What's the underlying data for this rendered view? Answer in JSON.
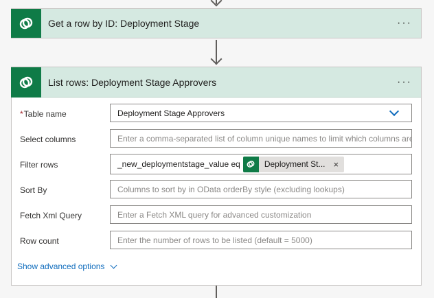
{
  "step1": {
    "title": "Get a row by ID: Deployment Stage",
    "more_icon": "more-horizontal-icon",
    "logo_icon": "dataverse-icon"
  },
  "step2": {
    "title": "List rows: Deployment Stage Approvers",
    "more_icon": "more-horizontal-icon",
    "logo_icon": "dataverse-icon",
    "fields": {
      "table_name": {
        "label": "Table name",
        "required_mark": "*",
        "value": "Deployment Stage Approvers"
      },
      "select_columns": {
        "label": "Select columns",
        "placeholder": "Enter a comma-separated list of column unique names to limit which columns are listed"
      },
      "filter_rows": {
        "label": "Filter rows",
        "value": "_new_deploymentstage_value eq",
        "token": {
          "label": "Deployment St...",
          "remove": "×"
        }
      },
      "sort_by": {
        "label": "Sort By",
        "placeholder": "Columns to sort by in OData orderBy style (excluding lookups)"
      },
      "fetch_xml": {
        "label": "Fetch Xml Query",
        "placeholder": "Enter a Fetch XML query for advanced customization"
      },
      "row_count": {
        "label": "Row count",
        "placeholder": "Enter the number of rows to be listed (default = 5000)"
      }
    },
    "advanced_link": "Show advanced options"
  },
  "colors": {
    "accent": "#0f7b47",
    "header_bg": "#d5e9e1",
    "link": "#0f6cbd"
  }
}
